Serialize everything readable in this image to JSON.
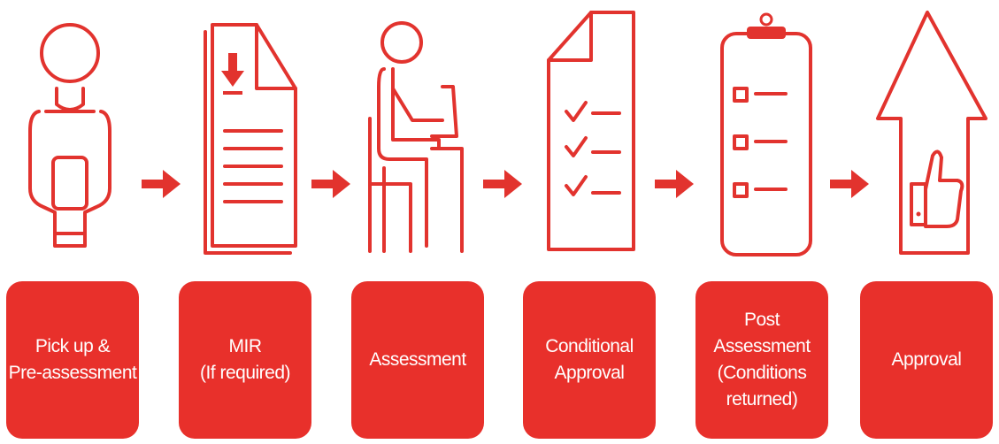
{
  "colors": {
    "accent": "#e8302b",
    "text_on_accent": "#ffffff",
    "background": "#ffffff"
  },
  "steps": [
    {
      "icon": "person-tablet-icon",
      "lines": [
        "Pick up &",
        "Pre-assessment"
      ]
    },
    {
      "icon": "document-download-icon",
      "lines": [
        "MIR",
        "(If required)"
      ]
    },
    {
      "icon": "person-at-desk-icon",
      "lines": [
        "Assessment"
      ]
    },
    {
      "icon": "checklist-document-icon",
      "lines": [
        "Conditional",
        "Approval"
      ]
    },
    {
      "icon": "clipboard-checklist-icon",
      "lines": [
        "Post Assessment",
        "(Conditions",
        "returned)"
      ]
    },
    {
      "icon": "house-thumbs-up-icon",
      "lines": [
        "Approval"
      ]
    }
  ]
}
